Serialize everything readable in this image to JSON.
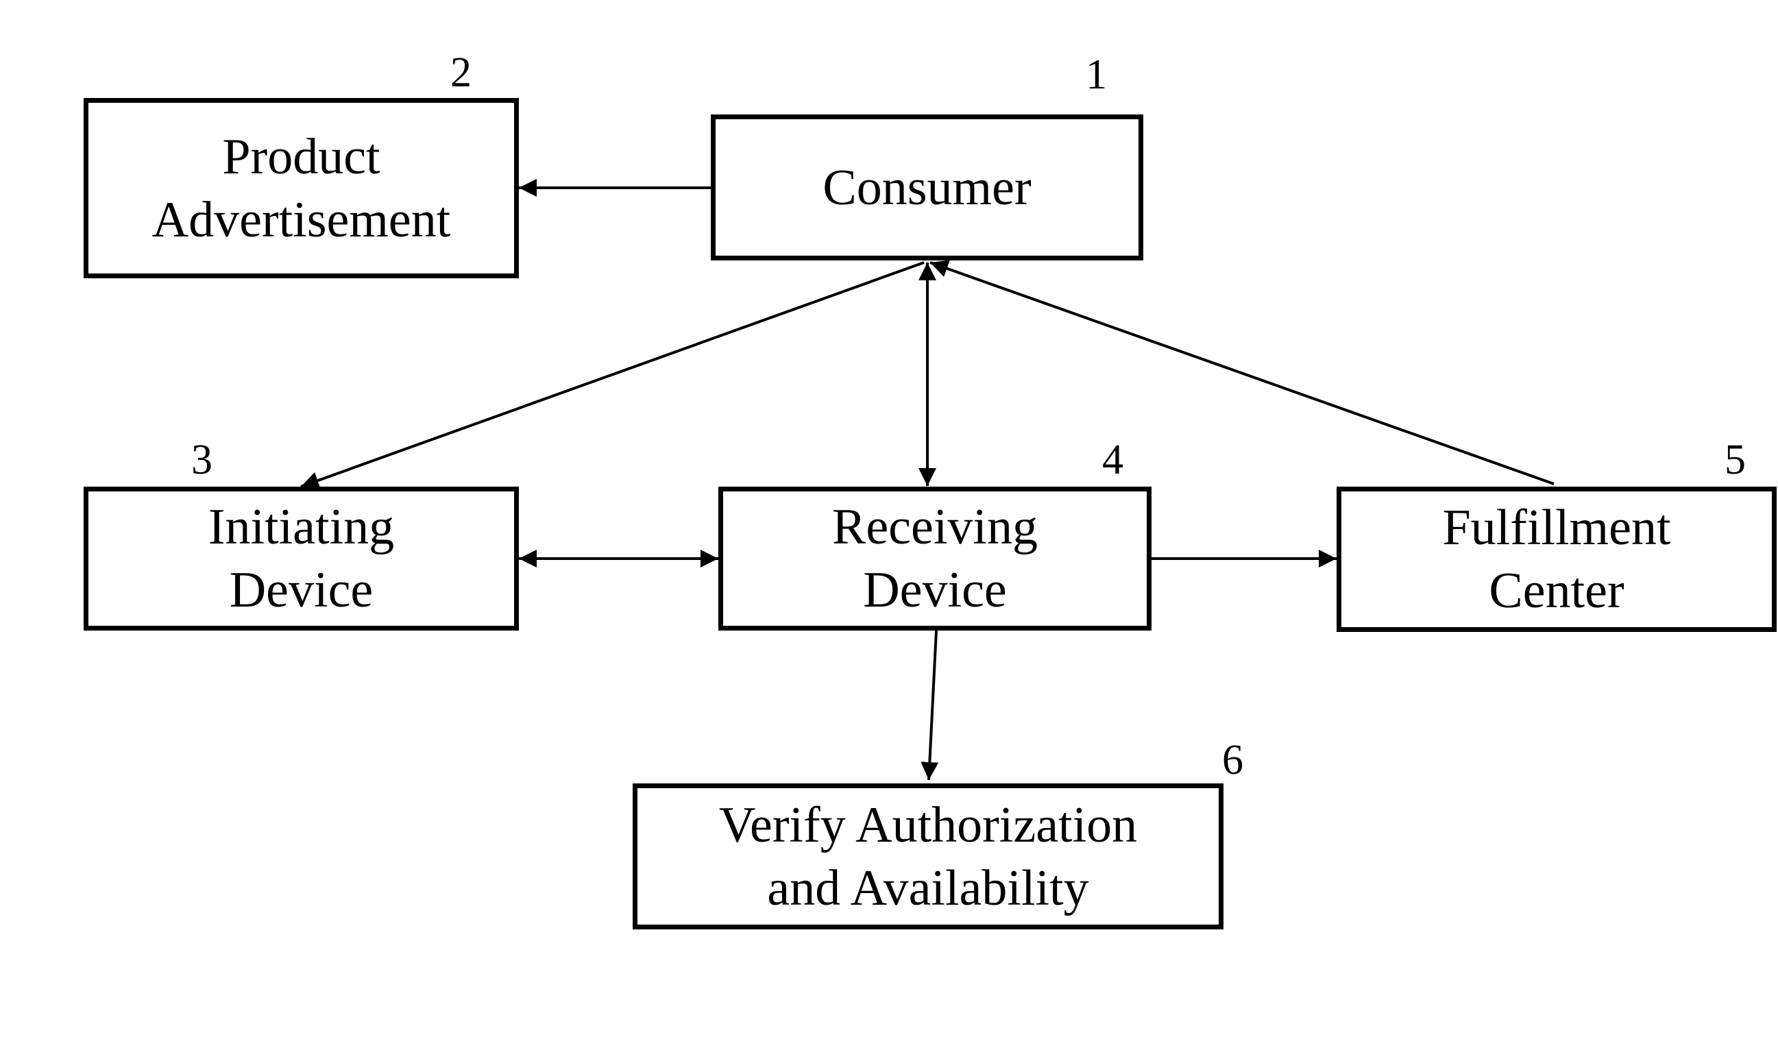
{
  "diagram": {
    "nodes": {
      "consumer": {
        "lines": [
          "Consumer"
        ],
        "ref": "1"
      },
      "product_advertisement": {
        "lines": [
          "Product",
          "Advertisement"
        ],
        "ref": "2"
      },
      "initiating_device": {
        "lines": [
          "Initiating",
          "Device"
        ],
        "ref": "3"
      },
      "receiving_device": {
        "lines": [
          "Receiving",
          "Device"
        ],
        "ref": "4"
      },
      "fulfillment_center": {
        "lines": [
          "Fulfillment",
          "Center"
        ],
        "ref": "5"
      },
      "verify": {
        "lines": [
          "Verify Authorization",
          "and Availability"
        ],
        "ref": "6"
      }
    },
    "edges": [
      {
        "from": "consumer",
        "to": "product_advertisement",
        "direction": "forward"
      },
      {
        "from": "consumer",
        "to": "initiating_device",
        "direction": "forward"
      },
      {
        "from": "consumer",
        "to": "receiving_device",
        "direction": "both"
      },
      {
        "from": "fulfillment_center",
        "to": "consumer",
        "direction": "forward"
      },
      {
        "from": "initiating_device",
        "to": "receiving_device",
        "direction": "both"
      },
      {
        "from": "receiving_device",
        "to": "fulfillment_center",
        "direction": "forward"
      },
      {
        "from": "receiving_device",
        "to": "verify",
        "direction": "forward"
      }
    ],
    "colors": {
      "stroke": "#000000",
      "background": "#ffffff"
    }
  }
}
